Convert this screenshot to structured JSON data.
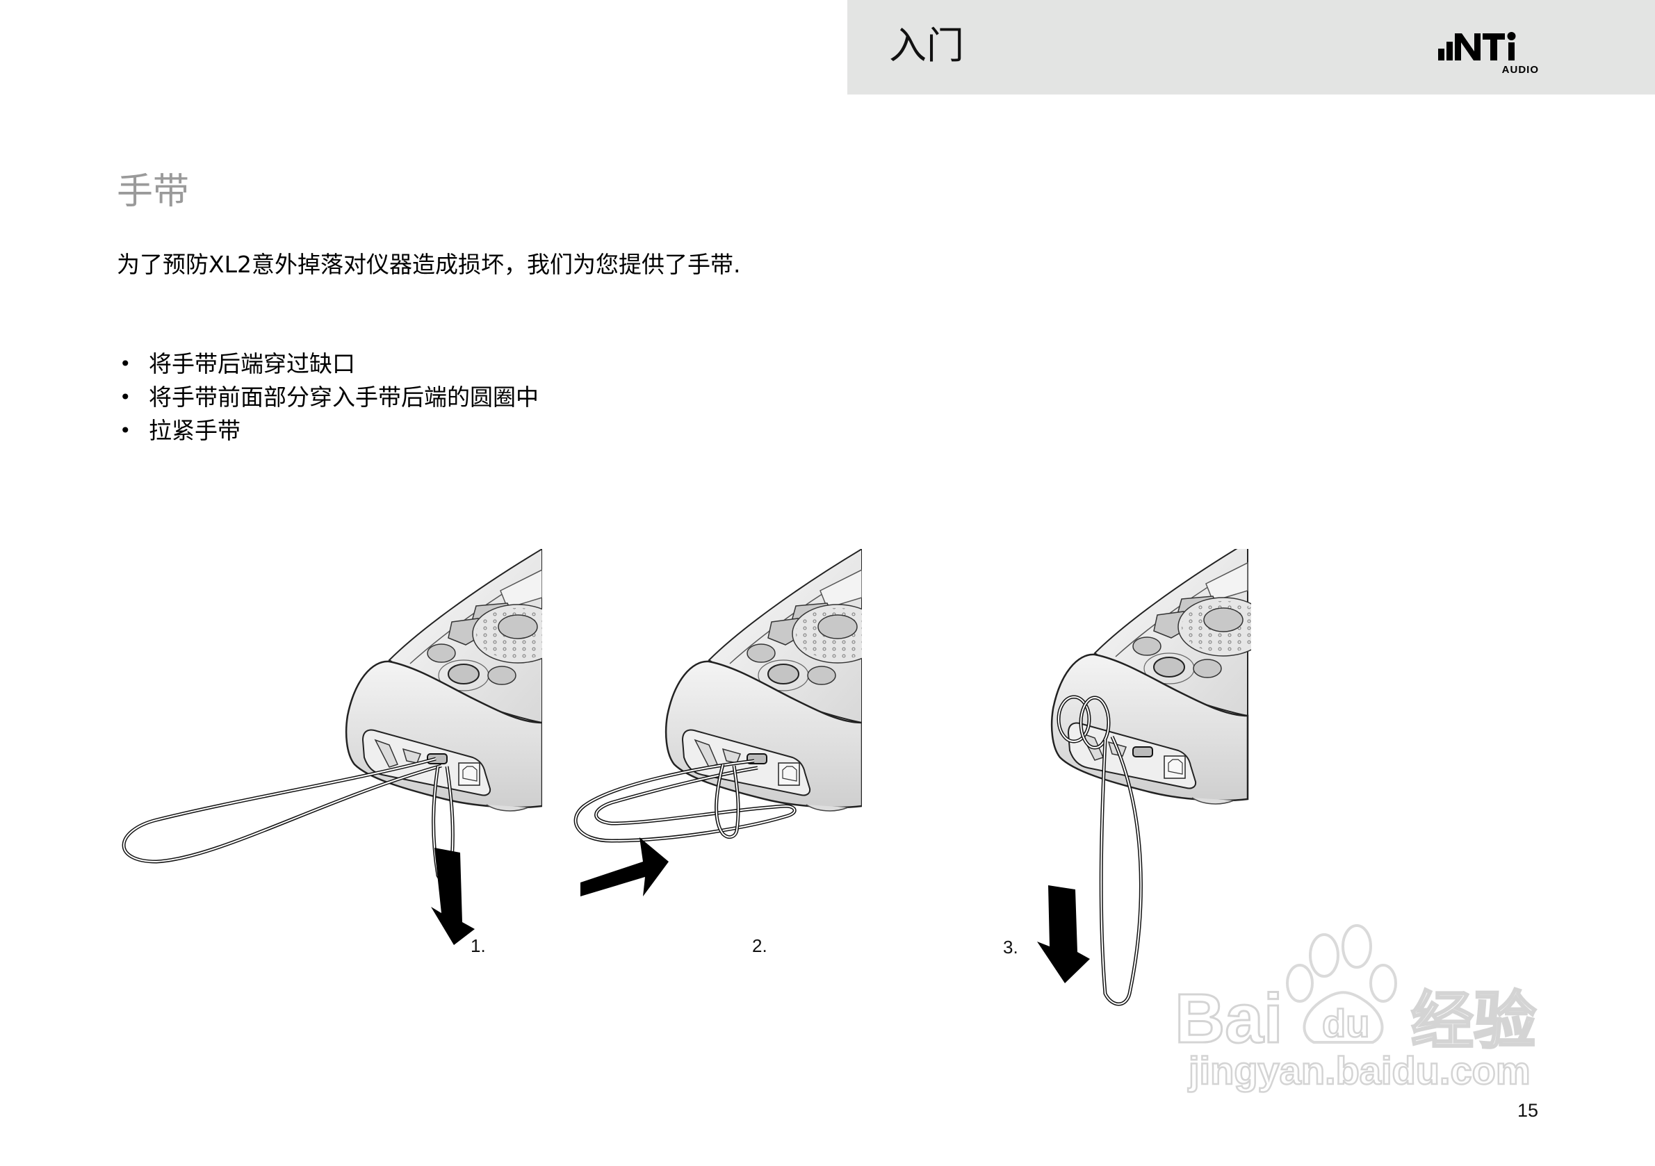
{
  "header": {
    "chapter_title": "入门",
    "logo": {
      "brand": "NTi",
      "sub": "AUDIO"
    },
    "background_color": "#e3e4e3"
  },
  "section": {
    "title": "手带",
    "title_color": "#9a9a9a",
    "intro": "为了预防XL2意外掉落对仪器造成损坏，我们为您提供了手带.",
    "steps": [
      {
        "bullet": "•",
        "text": "将手带后端穿过缺口"
      },
      {
        "bullet": "•",
        "text": "将手带前面部分穿入手带后端的圆圈中"
      },
      {
        "bullet": "•",
        "text": "拉紧手带"
      }
    ]
  },
  "figures": [
    {
      "label": "1.",
      "arrow": "arrow-down",
      "description": "strap-rear-end-through-notch"
    },
    {
      "label": "2.",
      "arrow": "arrow-right",
      "description": "strap-front-through-loop"
    },
    {
      "label": "3.",
      "arrow": "arrow-down",
      "description": "pull-strap-tight"
    }
  ],
  "watermark": {
    "brand": "Bai",
    "paw_text": "du",
    "cn": "经验",
    "url": "jingyan.baidu.com"
  },
  "page": {
    "number": "15"
  }
}
